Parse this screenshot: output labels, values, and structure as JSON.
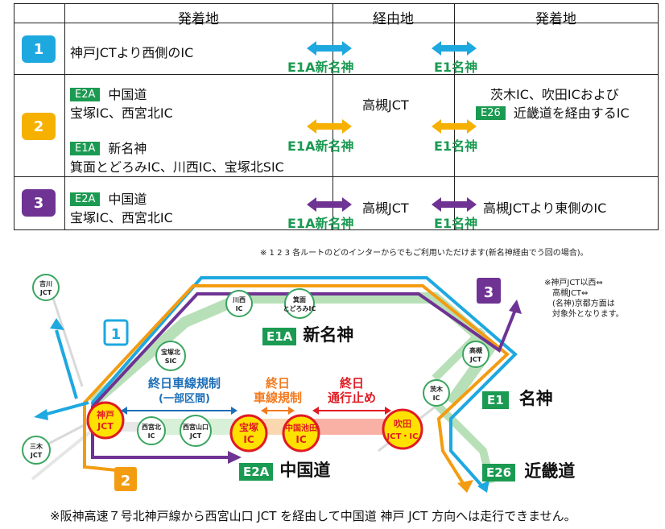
{
  "table": {
    "header": [
      "発着地",
      "経由地",
      "発着地"
    ],
    "rows": [
      {
        "num": "1",
        "color": "#1ea8e0",
        "origin_text": "神戸JCTより西側のIC",
        "left_route": "E1A新名神",
        "via": "",
        "right_route": "E1名神",
        "dest_text": ""
      },
      {
        "num": "2",
        "color": "#f6b100",
        "origin_tag1": "E2A",
        "origin_road1": "中国道",
        "origin_ic1": "宝塚IC、西宮北IC",
        "origin_tag2": "E1A",
        "origin_road2": "新名神",
        "origin_ic2": "箕面とどろみIC、川西IC、宝塚北SIC",
        "left_route": "E1A新名神",
        "via": "高槻JCT",
        "right_route": "E1名神",
        "dest_line1": "茨木IC、吹田ICおよび",
        "dest_tag": "E26",
        "dest_line2": "近畿道を経由するIC"
      },
      {
        "num": "3",
        "color": "#6f3393",
        "origin_tag": "E2A",
        "origin_road": "中国道",
        "origin_ic": "宝塚IC、西宮北IC",
        "left_route": "E1A新名神",
        "via": "高槻JCT",
        "right_route": "E1名神",
        "dest_text": "高槻JCTより東側のIC"
      }
    ]
  },
  "map": {
    "top_note": "※ 1 2 3 各ルートのどのインターからでもご利用いただけます(新名神経由でう回の場合)。",
    "side_note": [
      "※神戸JCT以西⇔",
      "高槻JCT⇔",
      "(名神)京都方面は",
      "対象外となります。"
    ],
    "route_numbers": [
      "1",
      "2",
      "3"
    ],
    "jcts": {
      "yoshikawa": [
        "吉川",
        "JCT"
      ],
      "miki": [
        "三木",
        "JCT"
      ],
      "kawanishi": [
        "川西",
        "IC"
      ],
      "mino": [
        "箕面",
        "とどろみIC"
      ],
      "takarazuka_kita": [
        "宝塚北",
        "SIC"
      ],
      "takatsuki": [
        "高槻",
        "JCT"
      ],
      "ibaraki": [
        "茨木",
        "IC"
      ],
      "kobe": [
        "神戸",
        "JCT"
      ],
      "nishinomiya_kita": [
        "西宮北",
        "IC"
      ],
      "nishinomiya_yamaguchi": [
        "西宮山口",
        "JCT"
      ],
      "takarazuka": [
        "宝塚",
        "IC"
      ],
      "ikeda": [
        "中国池田",
        "IC"
      ],
      "suita": [
        "吹田",
        "JCT・IC"
      ]
    },
    "roads": {
      "e1a": {
        "tag": "E1A",
        "name": "新名神"
      },
      "e1": {
        "tag": "E1",
        "name": "名神"
      },
      "e2a": {
        "tag": "E2A",
        "name": "中国道"
      },
      "e26": {
        "tag": "E26",
        "name": "近畿道"
      }
    },
    "restrictions": {
      "r1": [
        "終日車線規制",
        "(一部区間)"
      ],
      "r2": [
        "終日",
        "車線規制"
      ],
      "r3": [
        "終日",
        "通行止め"
      ]
    },
    "colors": {
      "route1": "#1ea8e0",
      "route2": "#f39c12",
      "route3": "#6f3393",
      "road_green": "#1b9a52",
      "closure_red": "#e01b24"
    }
  },
  "footer": "※阪神高速７号北神戸線から西宮山口 JCT を経由して中国道 神戸 JCT 方向へは走行できません。"
}
